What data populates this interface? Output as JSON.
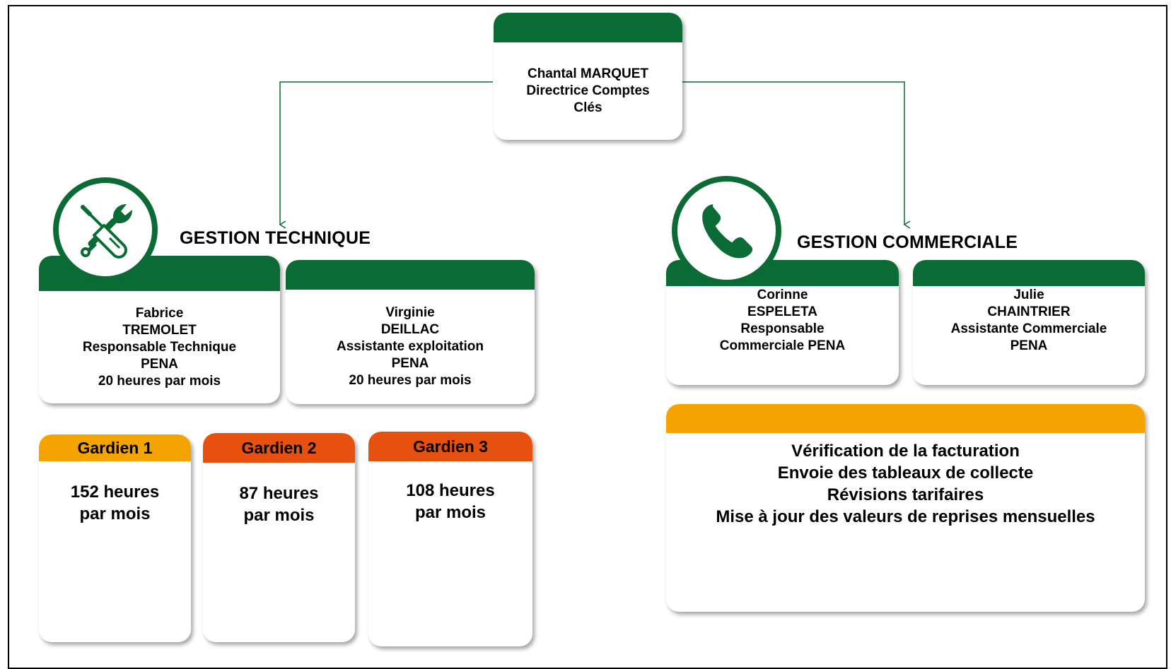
{
  "director": {
    "lines": [
      "Chantal MARQUET",
      "Directrice Comptes",
      "Clés"
    ]
  },
  "technique": {
    "title": "GESTION TECHNIQUE",
    "icon": "tools-icon",
    "staff": [
      {
        "lines": [
          "Fabrice",
          "TREMOLET",
          "Responsable Technique",
          "PENA",
          "20 heures par mois"
        ]
      },
      {
        "lines": [
          "Virginie",
          "DEILLAC",
          "Assistante exploitation",
          "PENA",
          "20 heures par mois"
        ]
      }
    ],
    "gardiens": [
      {
        "title": "Gardien 1",
        "hours": [
          "152 heures",
          "par mois"
        ],
        "color": "#f4a300"
      },
      {
        "title": "Gardien 2",
        "hours": [
          "87 heures",
          "par mois"
        ],
        "color": "#e7510f"
      },
      {
        "title": "Gardien 3",
        "hours": [
          "108 heures",
          "par mois"
        ],
        "color": "#e7510f"
      }
    ]
  },
  "commerciale": {
    "title": "GESTION COMMERCIALE",
    "icon": "phone-icon",
    "staff": [
      {
        "lines": [
          "Corinne",
          "ESPELETA",
          "Responsable",
          "Commerciale PENA"
        ]
      },
      {
        "lines": [
          "Julie",
          "CHAINTRIER",
          "Assistante Commerciale",
          "PENA"
        ]
      }
    ],
    "tasks": [
      "Vérification de la facturation",
      "Envoie des tableaux de collecte",
      "Révisions tarifaires",
      "Mise à jour des valeurs de reprises mensuelles"
    ]
  },
  "colors": {
    "green": "#0b6b35",
    "amber": "#f4a300",
    "orange": "#e7510f"
  }
}
